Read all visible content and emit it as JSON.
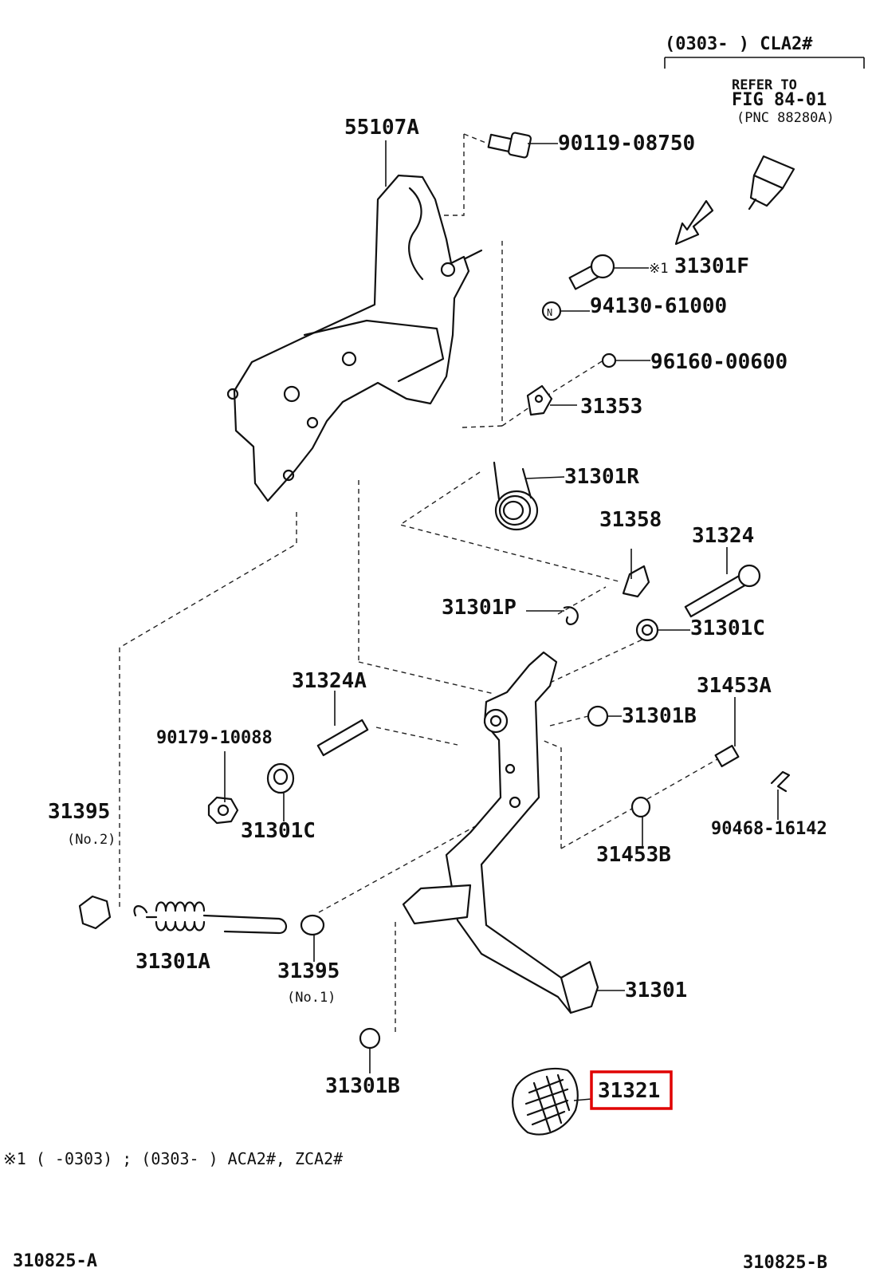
{
  "header": {
    "range_label": "(0303-        ) CLA2#",
    "refer_line1": "REFER TO",
    "refer_line2": "FIG 84-01",
    "refer_line3": "(PNC 88280A)"
  },
  "parts": {
    "p55107A": "55107A",
    "p90119": "90119-08750",
    "p31301F": "31301F",
    "p31301F_mark": "※1",
    "p94130": "94130-61000",
    "p96160": "96160-00600",
    "p31353": "31353",
    "p31301R": "31301R",
    "p31358": "31358",
    "p31324": "31324",
    "p31301P": "31301P",
    "p31301C_right": "31301C",
    "p31324A": "31324A",
    "p31453A": "31453A",
    "p90179": "90179-10088",
    "p31301B_mid": "31301B",
    "p31395_left": "31395",
    "p31395_left_sub": "(No.2)",
    "p31301C_left": "31301C",
    "p90468": "90468-16142",
    "p31453B": "31453B",
    "p31301A": "31301A",
    "p31395_bottom": "31395",
    "p31395_bottom_sub": "(No.1)",
    "p31301": "31301",
    "p31301B_bottom": "31301B",
    "p31321": "31321"
  },
  "highlight": {
    "part": "31321",
    "color": "#e00000"
  },
  "footnote": "※1 (     -0303) ; (0303-        ) ACA2#, ZCA2#",
  "footer": {
    "left_code": "310825-A",
    "right_code": "310825-B"
  }
}
